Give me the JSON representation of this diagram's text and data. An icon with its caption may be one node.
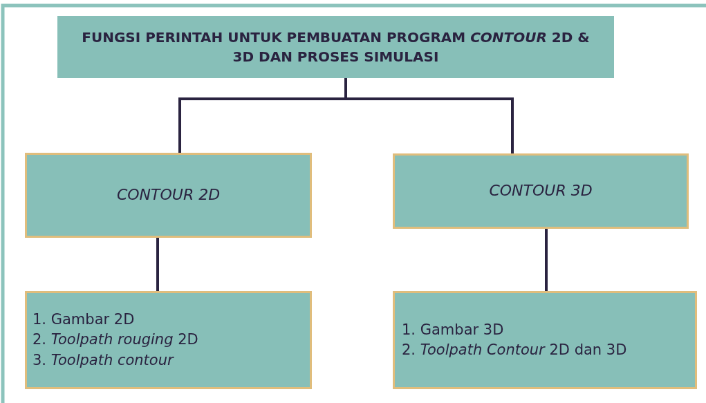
{
  "diagram": {
    "nodes": [
      {
        "text": [
          "FUNGSI PERINTAH UNTUK PEMBUATAN PROGRAM *CONTOUR* 2D & 3D DAN PROSES SIMULASI"
        ]
      },
      {
        "text": [
          "CONTOUR 2D"
        ]
      },
      {
        "text": [
          "CONTOUR 3D"
        ]
      },
      {
        "text": [
          "1. Gambar 2D",
          "2. *Toolpath rouging* 2D",
          "3. *Toolpath contour*"
        ]
      },
      {
        "text": [
          "1. Gambar 3D",
          "2. *Toolpath Contour* 2D dan 3D"
        ]
      }
    ],
    "edges": [
      {
        "from": 0,
        "to": 1,
        "arrow": "none"
      },
      {
        "from": 0,
        "to": 2,
        "arrow": "none"
      },
      {
        "from": 1,
        "to": 3,
        "arrow": "none"
      },
      {
        "from": 2,
        "to": 4,
        "arrow": "none"
      }
    ]
  }
}
